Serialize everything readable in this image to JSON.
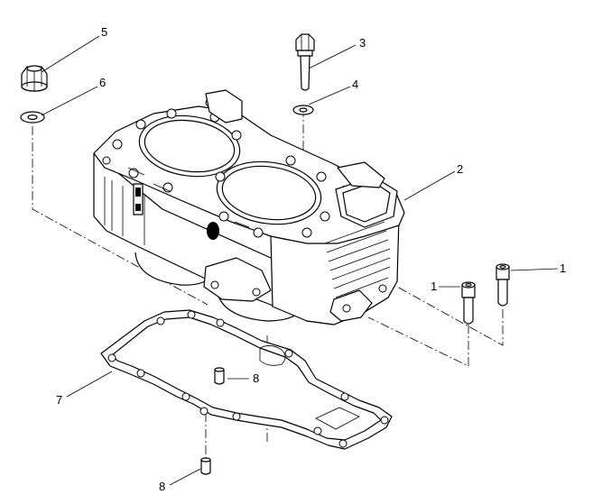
{
  "callouts": {
    "c1a": "1",
    "c1b": "1",
    "c2": "2",
    "c3": "3",
    "c4": "4",
    "c5": "5",
    "c6": "6",
    "c7": "7",
    "c8a": "8",
    "c8b": "8"
  },
  "parts": [
    {
      "id": "1",
      "part": "cylinder-bolt"
    },
    {
      "id": "2",
      "part": "cylinder-block"
    },
    {
      "id": "3",
      "part": "stud-bolt"
    },
    {
      "id": "4",
      "part": "washer"
    },
    {
      "id": "5",
      "part": "nut"
    },
    {
      "id": "6",
      "part": "washer"
    },
    {
      "id": "7",
      "part": "base-gasket"
    },
    {
      "id": "8",
      "part": "dowel-pin"
    }
  ],
  "colors": {
    "line": "#000000",
    "background": "#ffffff"
  }
}
